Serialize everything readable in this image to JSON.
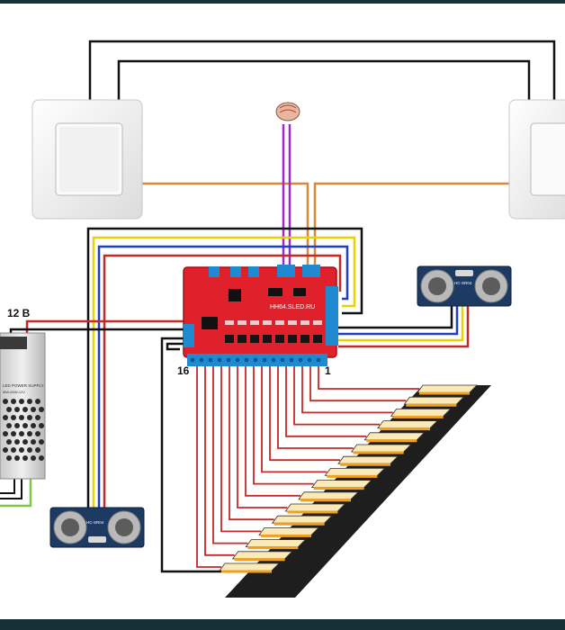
{
  "labels": {
    "supply_voltage": "12 В",
    "output_first": "1",
    "output_last": "16"
  },
  "controller": {
    "site_text": "HH64.SLED.RU"
  },
  "power_supply": {
    "brand_text": "LED POWER SUPPLY",
    "model_text": "MW-60W-12V"
  },
  "sensor": {
    "model_text": "HC-SR04"
  },
  "stairs": {
    "steps": 16
  },
  "colors": {
    "frame_bar": "#163038",
    "board_red": "#e0202a",
    "terminal_blue": "#1f8ad0",
    "led_amber": "#f0a020",
    "wire_red": "#c62828",
    "wire_yellow": "#e8d200",
    "wire_blue": "#1a3fc8",
    "wire_purple": "#9a2ad0",
    "wire_orange": "#d58a3a",
    "wire_green": "#7ac943",
    "wire_black": "#111111"
  }
}
